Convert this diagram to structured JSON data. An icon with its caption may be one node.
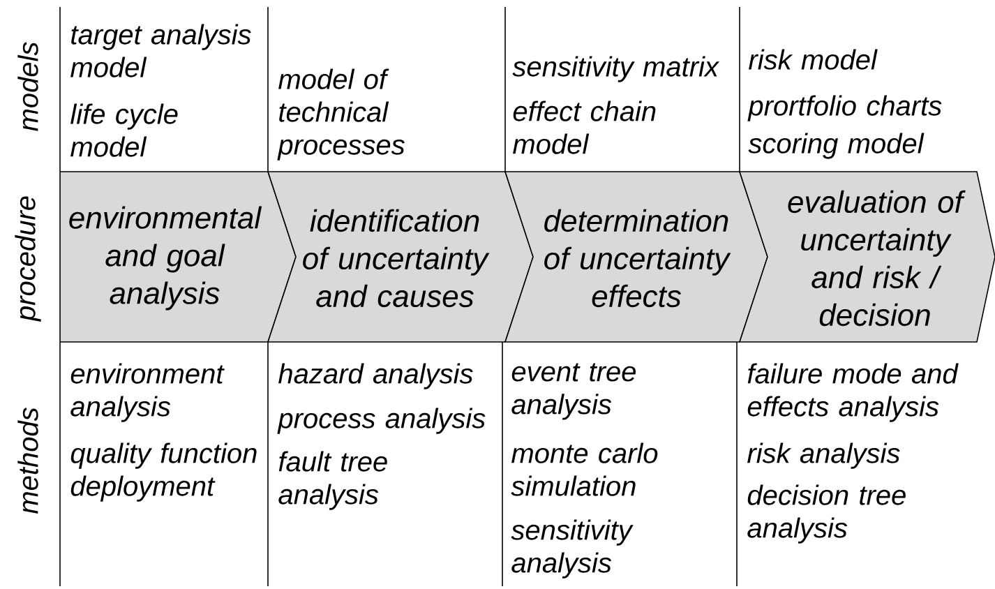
{
  "diagram": {
    "nodes": [
      {
        "text": [
          "environmental and goal analysis"
        ]
      },
      {
        "text": [
          "identification of uncertainty and causes"
        ]
      },
      {
        "text": [
          "determination of uncertainty effects"
        ]
      },
      {
        "text": [
          "evaluation of uncertainty and risk / decision"
        ]
      }
    ],
    "labels": [
      "models",
      "target analysis model",
      "life cycle model",
      "model of technical processes",
      "sensitivity matrix",
      "effect chain model",
      "risk model",
      "prortfolio charts",
      "scoring model",
      "procedure",
      "methods",
      "environment analysis",
      "quality function deployment",
      "hazard analysis",
      "process analysis",
      "fault tree analysis",
      "event tree analysis",
      "monte carlo simulation",
      "sensitivity analysis",
      "failure mode and effects analysis",
      "risk analysis",
      "decision tree analysis"
    ]
  }
}
